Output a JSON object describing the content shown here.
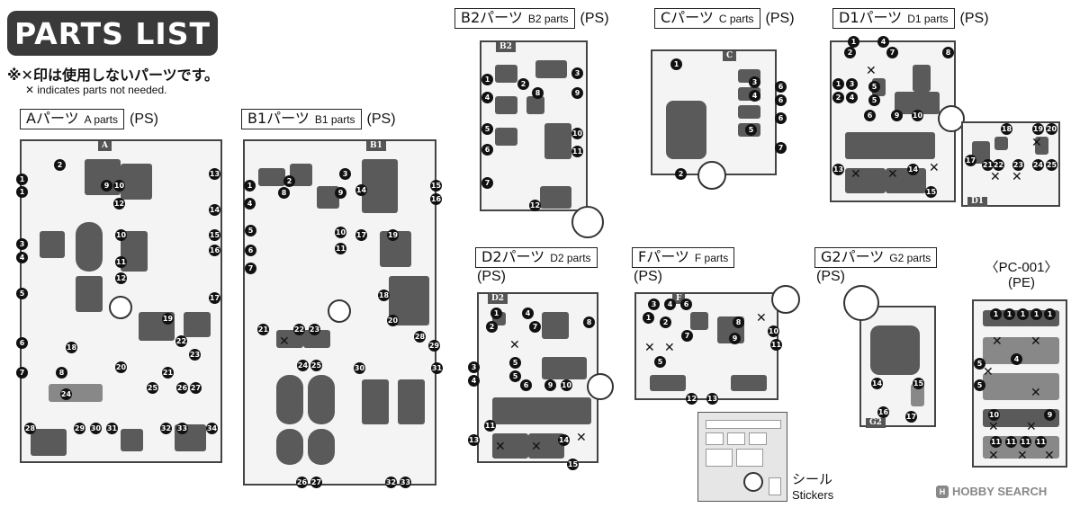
{
  "header": {
    "title": "PARTS LIST",
    "note_ja": "※✕印は使用しないパーツです。",
    "note_en": "✕ indicates parts not needed."
  },
  "labels": {
    "A": {
      "ja": "Aパーツ",
      "en": "A parts",
      "mat": "(PS)"
    },
    "B1": {
      "ja": "B1パーツ",
      "en": "B1 parts",
      "mat": "(PS)"
    },
    "B2": {
      "ja": "B2パーツ",
      "en": "B2 parts",
      "mat": "(PS)"
    },
    "C": {
      "ja": "Cパーツ",
      "en": "C parts",
      "mat": "(PS)"
    },
    "D1": {
      "ja": "D1パーツ",
      "en": "D1 parts",
      "mat": "(PS)"
    },
    "D2": {
      "ja": "D2パーツ",
      "en": "D2 parts",
      "mat": "(PS)"
    },
    "F": {
      "ja": "Fパーツ",
      "en": "F parts",
      "mat": "(PS)"
    },
    "G2": {
      "ja": "G2パーツ",
      "en": "G2 parts",
      "mat": "(PS)"
    }
  },
  "pc": {
    "title": "〈PC-001〉",
    "mat": "(PE)"
  },
  "runner_tags": {
    "A": "A",
    "B1": "B1",
    "B2": "B2",
    "C": "C",
    "D1": "D1",
    "D2": "D2",
    "F": "F",
    "G2": "G2"
  },
  "stickers": {
    "ja": "シール",
    "en": "Stickers"
  },
  "watermark": {
    "text": "HOBBY SEARCH",
    "logo": "H"
  },
  "colors": {
    "runner": "#f4f4f4",
    "part": "#5a5a5a",
    "badge": "#3a3a3a"
  }
}
